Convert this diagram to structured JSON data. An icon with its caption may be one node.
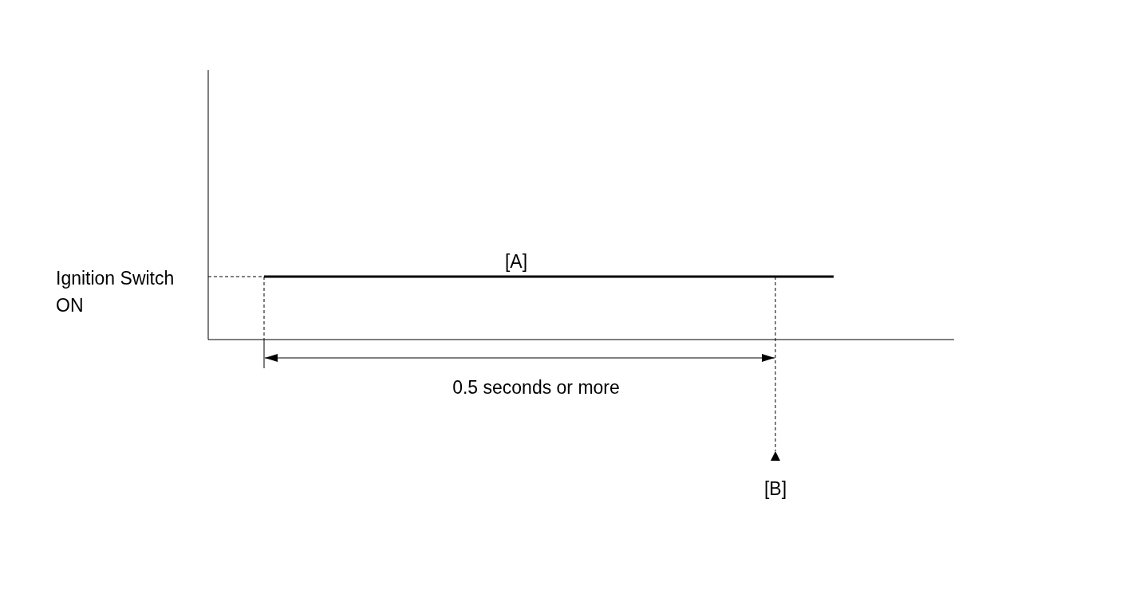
{
  "diagram": {
    "labels": [
      "[A]",
      "Ignition Switch ON",
      "0.5 seconds or more",
      "[B]"
    ]
  }
}
